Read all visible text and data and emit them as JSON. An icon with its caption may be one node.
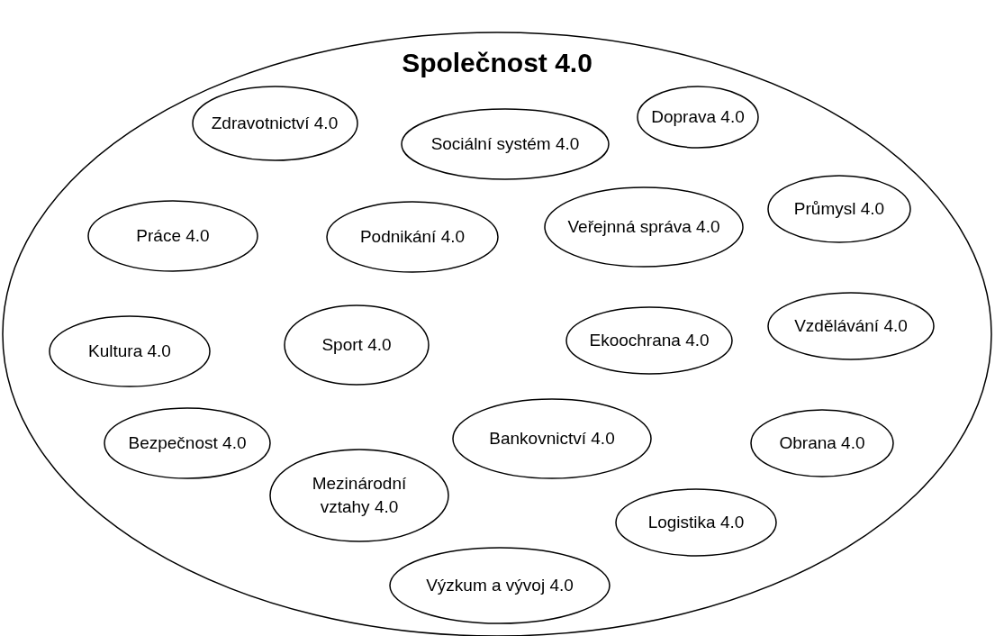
{
  "diagram": {
    "nodes": [
      {
        "text": [
          "Společnost 4.0"
        ]
      },
      {
        "text": [
          "Zdravotnictví 4.0"
        ],
        "in": 0
      },
      {
        "text": [
          "Sociální systém 4.0"
        ],
        "in": 0
      },
      {
        "text": [
          "Doprava 4.0"
        ],
        "in": 0
      },
      {
        "text": [
          "Práce 4.0"
        ],
        "in": 0
      },
      {
        "text": [
          "Podnikání 4.0"
        ],
        "in": 0
      },
      {
        "text": [
          "Veřejnná správa 4.0"
        ],
        "in": 0
      },
      {
        "text": [
          "Průmysl 4.0"
        ],
        "in": 0
      },
      {
        "text": [
          "Kultura 4.0"
        ],
        "in": 0
      },
      {
        "text": [
          "Sport 4.0"
        ],
        "in": 0
      },
      {
        "text": [
          "Ekoochrana 4.0"
        ],
        "in": 0
      },
      {
        "text": [
          "Vzdělávání 4.0"
        ],
        "in": 0
      },
      {
        "text": [
          "Bezpečnost 4.0"
        ],
        "in": 0
      },
      {
        "text": [
          "Bankovnictví 4.0"
        ],
        "in": 0
      },
      {
        "text": [
          "Obrana 4.0"
        ],
        "in": 0
      },
      {
        "text": [
          "Mezinárodní vztahy 4.0"
        ],
        "in": 0
      },
      {
        "text": [
          "Logistika 4.0"
        ],
        "in": 0
      },
      {
        "text": [
          "Výzkum a vývoj 4.0"
        ],
        "in": 0
      }
    ],
    "edges": []
  }
}
